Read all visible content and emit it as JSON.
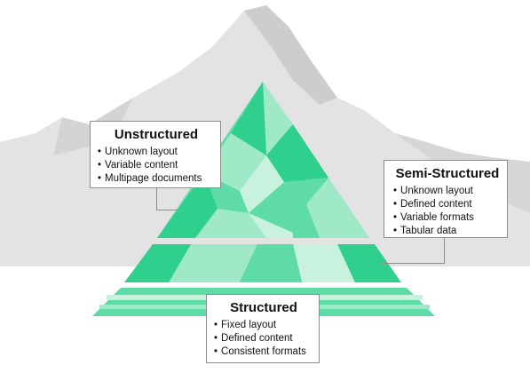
{
  "colors": {
    "mountain_light": "#e3e3e3",
    "mountain_dark": "#c9c9c9",
    "green_dark": "#2fcf8e",
    "green_mid": "#5fdba8",
    "green_light": "#9fe8c8",
    "green_pale": "#c9f2de",
    "callout_border": "#8c8c8c"
  },
  "callouts": {
    "unstructured": {
      "title": "Unstructured",
      "items": [
        "Unknown layout",
        "Variable content",
        "Multipage documents"
      ]
    },
    "semi_structured": {
      "title": "Semi-Structured",
      "items": [
        "Unknown layout",
        "Defined content",
        "Variable formats",
        "Tabular data"
      ]
    },
    "structured": {
      "title": "Structured",
      "items": [
        "Fixed layout",
        "Defined content",
        "Consistent formats"
      ]
    }
  }
}
